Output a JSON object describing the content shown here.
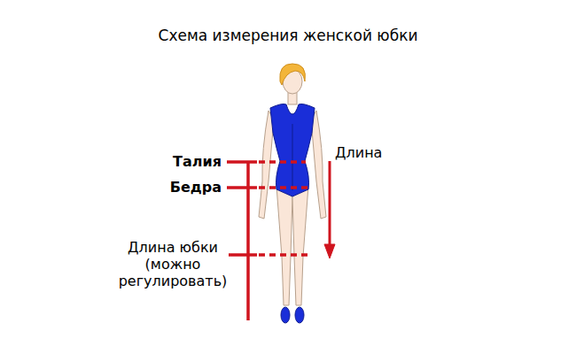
{
  "diagram": {
    "title": "Схема измерения женской юбки",
    "labels": [
      "Талия",
      "Бедра",
      "Длина юбки (можно регулировать)",
      "Длина"
    ]
  }
}
